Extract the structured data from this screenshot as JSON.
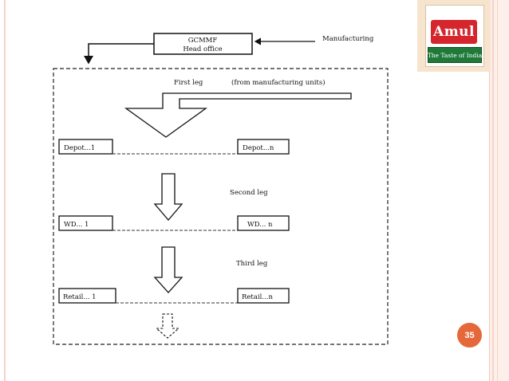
{
  "diagram": {
    "head_office_line1": "GCMMF",
    "head_office_line2": "Head office",
    "manufacturing": "Manufacturing",
    "first_leg": "First leg",
    "first_leg_note": "(from manufacturing units)",
    "depot_first": "Depot...1",
    "depot_last": "Depot...n",
    "second_leg": "Second leg",
    "wd_first": "WD... 1",
    "wd_last": "WD... n",
    "third_leg": "Third leg",
    "retail_first": "Retail... 1",
    "retail_last": "Retail...n"
  },
  "logo": {
    "brand": "Amul",
    "tagline": "The Taste of India"
  },
  "page_number": "35",
  "colors": {
    "accent": "#e5683a",
    "logo_red": "#d4262c",
    "logo_green": "#1f7a3a"
  }
}
